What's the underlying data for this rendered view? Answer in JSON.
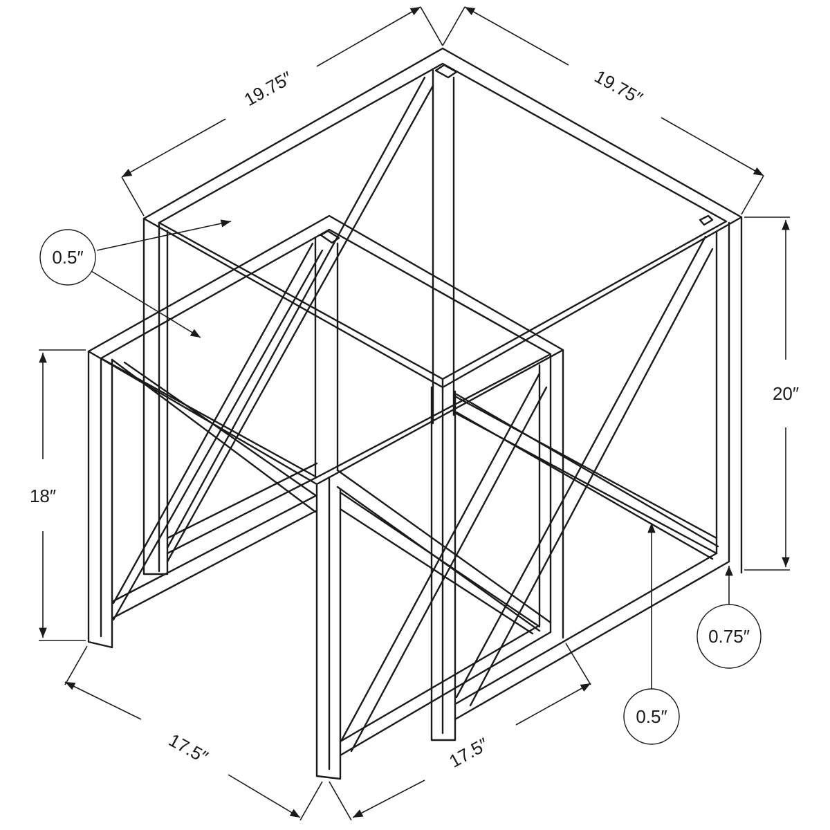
{
  "colors": {
    "ink": "#1a1a1a",
    "background": "#ffffff"
  },
  "dimensions": {
    "large_top_left": "19.75″",
    "large_top_right": "19.75″",
    "large_height": "20″",
    "small_height": "18″",
    "small_bottom_left": "17.5″",
    "small_bottom_right": "17.5″"
  },
  "callouts": {
    "glass_thickness_top": "0.5″",
    "tube_size": "0.75″",
    "glass_thickness_bottom": "0.5″"
  }
}
